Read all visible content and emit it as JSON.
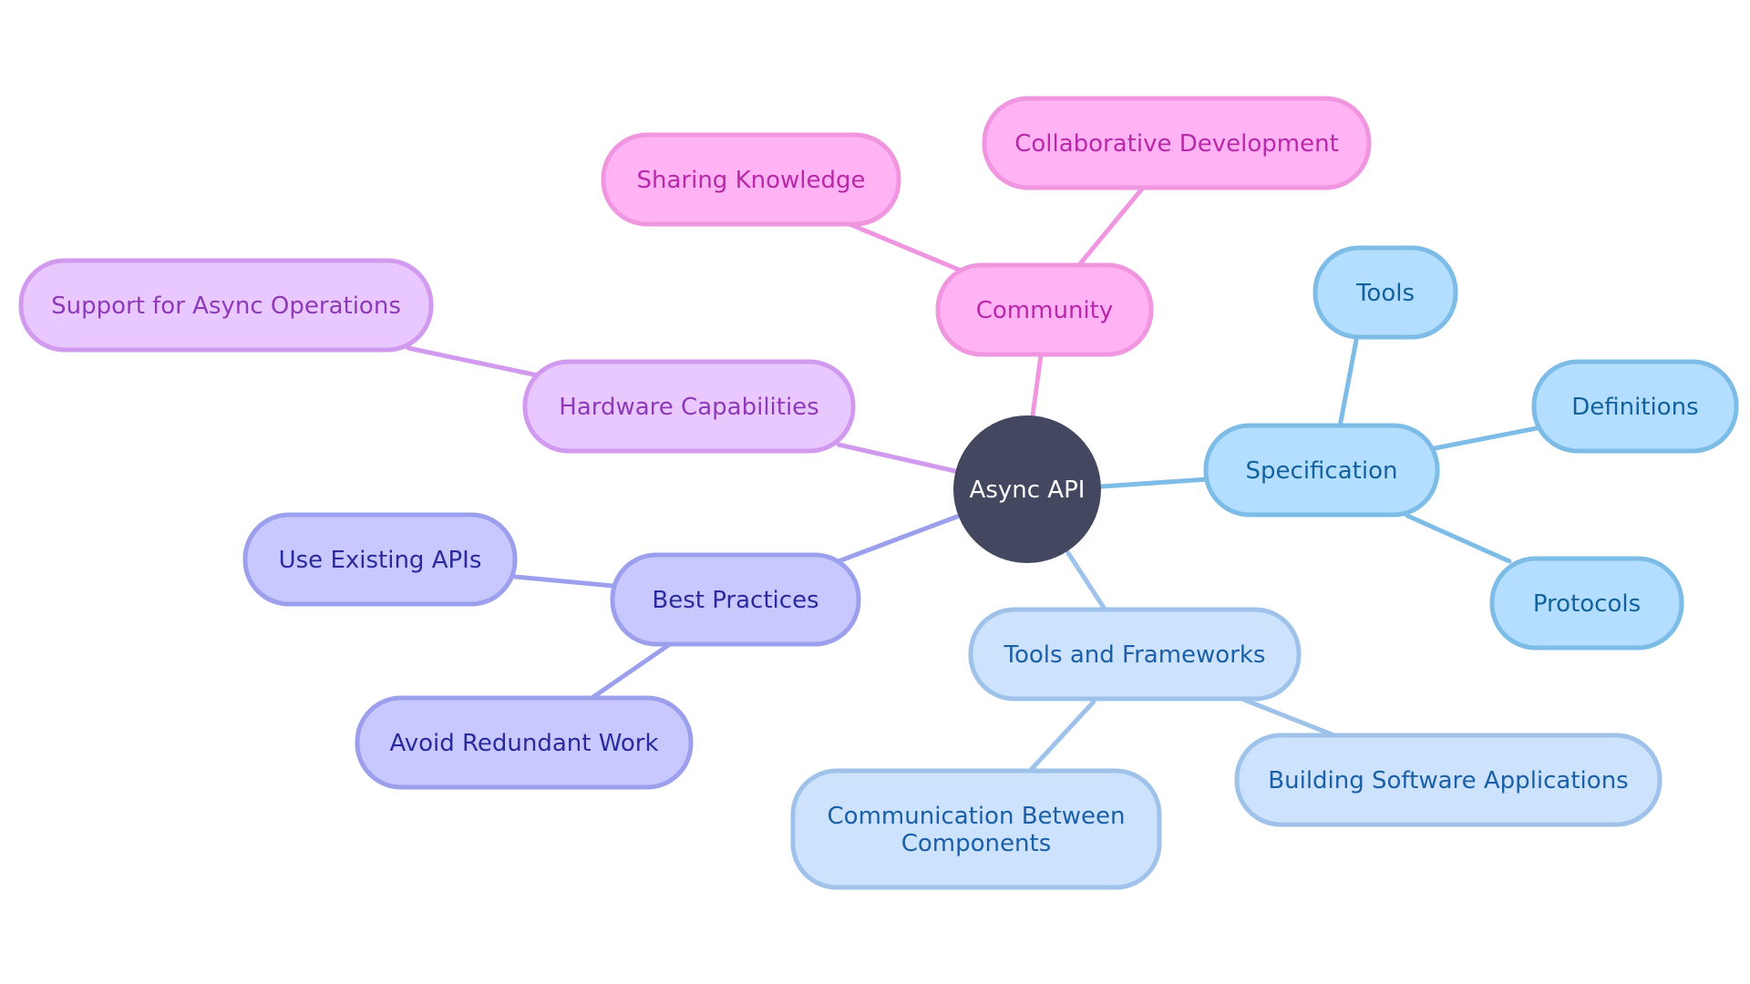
{
  "center": {
    "label": "Async API",
    "fill": "#434760",
    "text_color": "#ffffff"
  },
  "branches": [
    {
      "label": "Community",
      "colors": {
        "fill": "#FFB3F4",
        "stroke": "#F096E0",
        "text": "#B828A8",
        "line": "#F096E0"
      },
      "children": [
        {
          "label": "Sharing Knowledge"
        },
        {
          "label": "Collaborative Development"
        }
      ]
    },
    {
      "label": "Hardware Capabilities",
      "colors": {
        "fill": "#E8C8FF",
        "stroke": "#D29AEE",
        "text": "#8E3AB8",
        "line": "#D29AEE"
      },
      "children": [
        {
          "label": "Support for Async Operations"
        }
      ]
    },
    {
      "label": "Best Practices",
      "colors": {
        "fill": "#C8C8FF",
        "stroke": "#9CA0EC",
        "text": "#2A2A9E",
        "line": "#9CA0EC"
      },
      "children": [
        {
          "label": "Use Existing APIs"
        },
        {
          "label": "Avoid Redundant Work"
        }
      ]
    },
    {
      "label": "Tools and Frameworks",
      "colors": {
        "fill": "#CDE2FC",
        "stroke": "#9EC2EA",
        "text": "#1A5FA8",
        "line": "#9EC2EA"
      },
      "children": [
        {
          "label": "Building Software Applications"
        },
        {
          "label": "Communication Between Components"
        }
      ]
    },
    {
      "label": "Specification",
      "colors": {
        "fill": "#B3DEFF",
        "stroke": "#7CBCE6",
        "text": "#13629E",
        "line": "#7CBCE6"
      },
      "children": [
        {
          "label": "Tools"
        },
        {
          "label": "Definitions"
        },
        {
          "label": "Protocols"
        }
      ]
    }
  ]
}
